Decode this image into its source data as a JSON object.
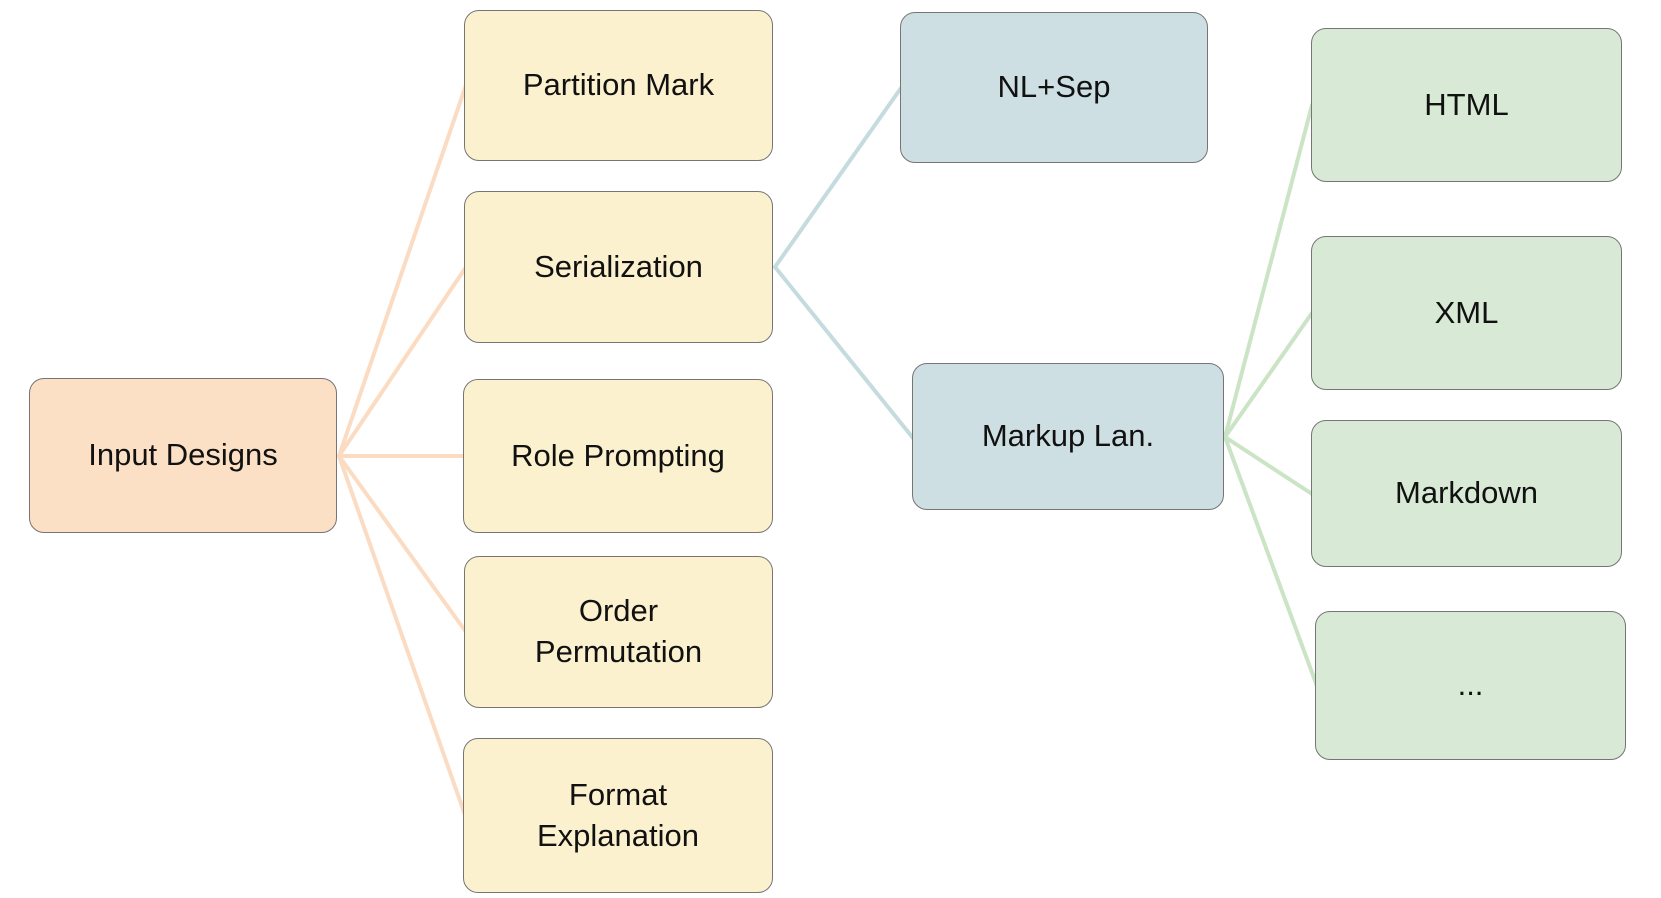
{
  "diagram": {
    "title": "Input Designs taxonomy tree",
    "nodes": {
      "input_designs": {
        "label": "Input Designs",
        "level": 1
      },
      "partition_mark": {
        "label": "Partition Mark",
        "level": 2
      },
      "serialization": {
        "label": "Serialization",
        "level": 2
      },
      "role_prompting": {
        "label": "Role Prompting",
        "level": 2
      },
      "order_permutation": {
        "label": "Order\nPermutation",
        "level": 2
      },
      "format_explanation": {
        "label": "Format\nExplanation",
        "level": 2
      },
      "nl_sep": {
        "label": "NL+Sep",
        "level": 3
      },
      "markup_lan": {
        "label": "Markup Lan.",
        "level": 3
      },
      "html": {
        "label": "HTML",
        "level": 4
      },
      "xml": {
        "label": "XML",
        "level": 4
      },
      "markdown": {
        "label": "Markdown",
        "level": 4
      },
      "more": {
        "label": "...",
        "level": 4
      }
    },
    "edges": [
      {
        "from": "input_designs",
        "to": "partition_mark"
      },
      {
        "from": "input_designs",
        "to": "serialization"
      },
      {
        "from": "input_designs",
        "to": "role_prompting"
      },
      {
        "from": "input_designs",
        "to": "order_permutation"
      },
      {
        "from": "input_designs",
        "to": "format_explanation"
      },
      {
        "from": "serialization",
        "to": "nl_sep"
      },
      {
        "from": "serialization",
        "to": "markup_lan"
      },
      {
        "from": "markup_lan",
        "to": "html"
      },
      {
        "from": "markup_lan",
        "to": "xml"
      },
      {
        "from": "markup_lan",
        "to": "markdown"
      },
      {
        "from": "markup_lan",
        "to": "more"
      }
    ],
    "palette": {
      "level1_fill": "#FBE0C6",
      "level2_fill": "#FCF1CE",
      "level3_fill": "#CDDFE2",
      "level4_fill": "#D8E9D5",
      "border": "#757575",
      "text": "#111111",
      "edge_orange": "#FBDCC2",
      "edge_blue": "#C5DBDF",
      "edge_green": "#CBE4C6",
      "background": "#FFFFFF"
    }
  }
}
